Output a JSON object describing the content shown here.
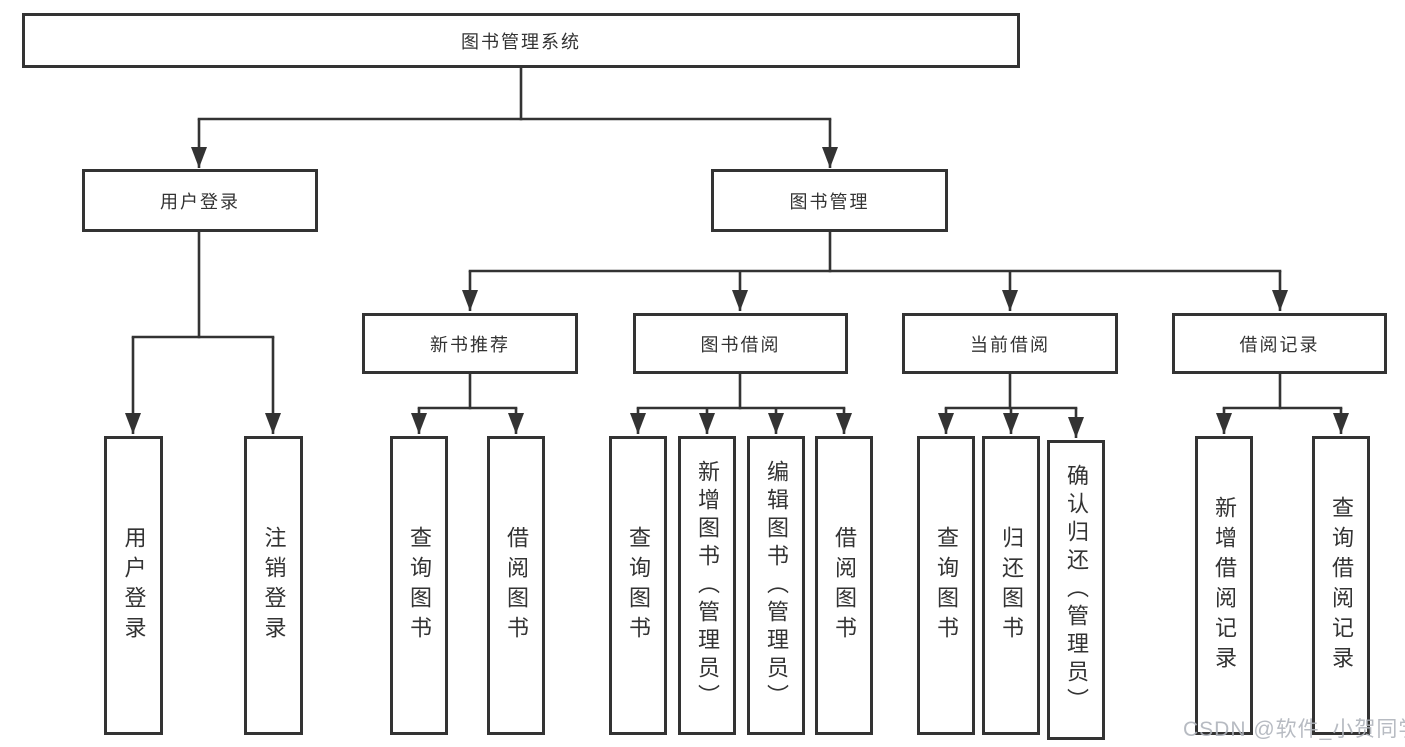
{
  "diagram": {
    "title": "图书管理系统",
    "branches": [
      {
        "label": "用户登录",
        "children": [
          {
            "label": "用户登录"
          },
          {
            "label": "注销登录"
          }
        ]
      },
      {
        "label": "图书管理",
        "children": [
          {
            "label": "新书推荐",
            "children": [
              {
                "label": "查询图书"
              },
              {
                "label": "借阅图书"
              }
            ]
          },
          {
            "label": "图书借阅",
            "children": [
              {
                "label": "查询图书"
              },
              {
                "label": "新增图书（管理员）"
              },
              {
                "label": "编辑图书（管理员）"
              },
              {
                "label": "借阅图书"
              }
            ]
          },
          {
            "label": "当前借阅",
            "children": [
              {
                "label": "查询图书"
              },
              {
                "label": "归还图书"
              },
              {
                "label": "确认归还（管理员）"
              }
            ]
          },
          {
            "label": "借阅记录",
            "children": [
              {
                "label": "新增借阅记录"
              },
              {
                "label": "查询借阅记录"
              }
            ]
          }
        ]
      }
    ]
  },
  "watermark": {
    "text": "CSDN @软件_小贺同学"
  },
  "colors": {
    "line": "#333333",
    "text": "#333333",
    "background": "#ffffff",
    "watermark": "#b0b5bb"
  }
}
